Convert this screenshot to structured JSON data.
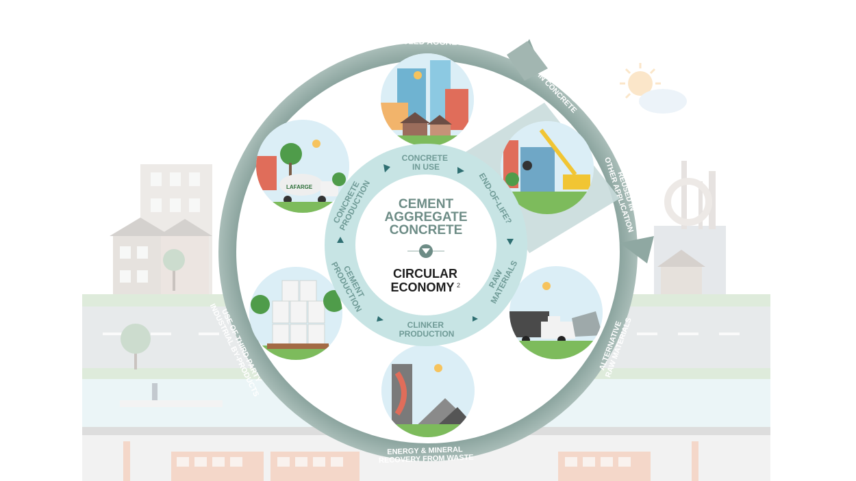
{
  "center": {
    "line1": "CEMENT",
    "line2": "AGGREGATE",
    "line3": "CONCRETE",
    "economy_line1": "CIRCULAR",
    "economy_line2": "ECONOMY",
    "superscript": "2"
  },
  "inner_ring": {
    "concrete_in_use": [
      "CONCRETE",
      "IN USE"
    ],
    "end_of_life": "END-OF-LIFE?",
    "raw_materials": [
      "RAW",
      "MATERIALS"
    ],
    "clinker_production": [
      "CLINKER",
      "PRODUCTION"
    ],
    "cement_production": [
      "CEMENT",
      "PRODUCTION"
    ],
    "concrete_production": [
      "CONCRETE",
      "PRODUCTION"
    ]
  },
  "outer_ring": {
    "recycled_aggregates": "RECYCLED AGGREGATES",
    "recycled_in_concrete": [
      "RECYCLED",
      "IN CONCRETE"
    ],
    "reused_in_other_application": [
      "REUSED IN",
      "OTHER APPLICATION"
    ],
    "alternative_raw_materials": [
      "ALTERNATIVE",
      "RAW MATERIALS"
    ],
    "energy_mineral_recovery": [
      "ENERGY & MINERAL",
      "RECOVERY FROM WASTE"
    ],
    "third_party_byproducts": [
      "USE OF THIRD-PARTY",
      "INDUSTRIAL BY-PRODUCTS"
    ]
  },
  "logo_text": "LAFARGE",
  "colors": {
    "outer_ring": "#8fa8a2",
    "inner_ring": "#c7e4e4",
    "inner_text": "#6f9a96",
    "center_text": "#6d8c86",
    "economy_text": "#1d1d1d"
  }
}
